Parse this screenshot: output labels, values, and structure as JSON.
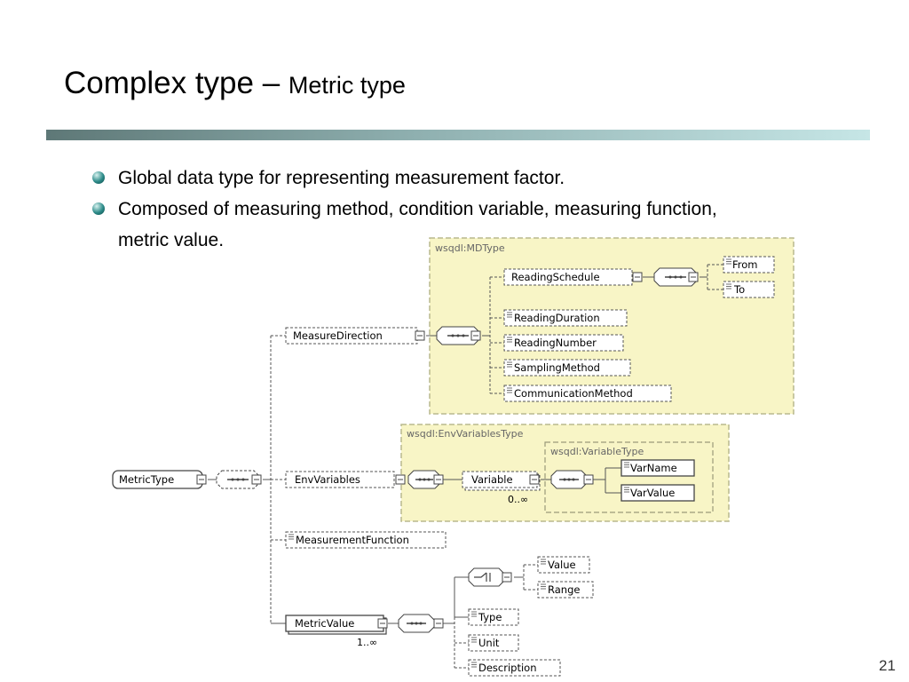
{
  "slide": {
    "title_main": "Complex type – ",
    "title_sub": "Metric type",
    "bullets": [
      {
        "line1": "Global data type for representing measurement factor.",
        "line2": ""
      },
      {
        "line1": "Composed of measuring method, condition variable, measuring function,",
        "line2": "metric value."
      }
    ],
    "page_number": "21"
  },
  "diagram": {
    "groups": {
      "md": "wsqdl:MDType",
      "env": "wsqdl:EnvVariablesType",
      "var": "wsqdl:VariableType"
    },
    "elements": {
      "metric_type": "MetricType",
      "measure_direction": "MeasureDirection",
      "reading_schedule": "ReadingSchedule",
      "from": "From",
      "to": "To",
      "reading_duration": "ReadingDuration",
      "reading_number": "ReadingNumber",
      "sampling_method": "SamplingMethod",
      "communication_method": "CommunicationMethod",
      "env_variables": "EnvVariables",
      "variable": "Variable",
      "var_name": "VarName",
      "var_value": "VarValue",
      "measurement_function": "MeasurementFunction",
      "metric_value": "MetricValue",
      "value": "Value",
      "range": "Range",
      "type": "Type",
      "unit": "Unit",
      "description": "Description"
    },
    "cardinality": {
      "variable": "0..∞",
      "metric_value": "1..∞"
    },
    "colors": {
      "group_fill": "#f8f5c6",
      "group_border": "#b9b98e",
      "line": "#555555",
      "box_border": "#555555"
    }
  }
}
